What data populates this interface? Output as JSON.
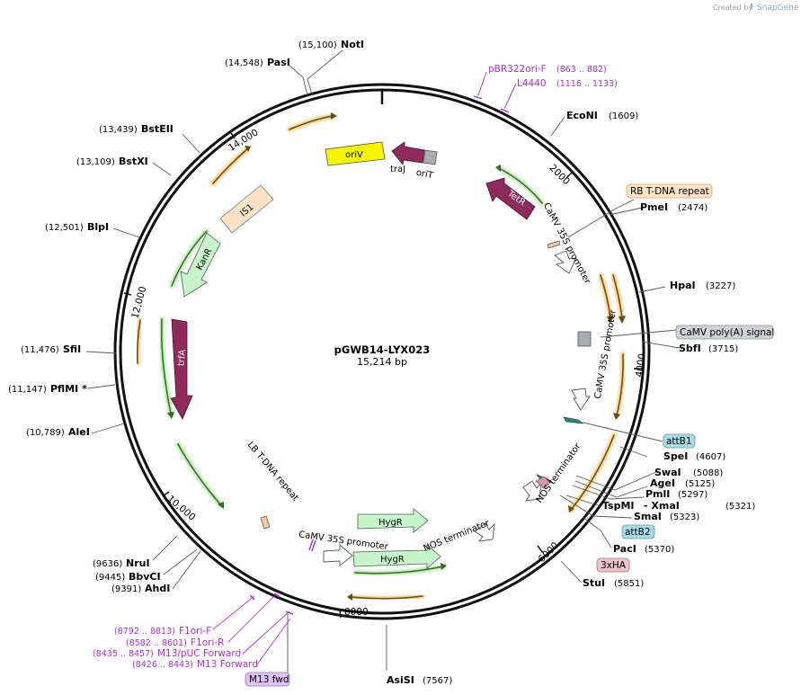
{
  "credit": {
    "created_by": "Created by",
    "brand": "SnapGene"
  },
  "plasmid": {
    "name": "pGWB14-LYX023",
    "size": "15,214 bp"
  },
  "ticks": [
    "2000",
    "4000",
    "6000",
    "8000",
    "10,000",
    "12,000",
    "14,000"
  ],
  "sites": [
    {
      "name": "NotI",
      "pos": "(15,100)"
    },
    {
      "name": "PasI",
      "pos": "(14,548)"
    },
    {
      "name": "BstEII",
      "pos": "(13,439)"
    },
    {
      "name": "BstXI",
      "pos": "(13,109)"
    },
    {
      "name": "BlpI",
      "pos": "(12,501)"
    },
    {
      "name": "SfiI",
      "pos": "(11,476)"
    },
    {
      "name": "PflMI *",
      "pos": "(11,147)"
    },
    {
      "name": "AleI",
      "pos": "(10,789)"
    },
    {
      "name": "NruI",
      "pos": "(9636)"
    },
    {
      "name": "BbvCI",
      "pos": "(9445)"
    },
    {
      "name": "AhdI",
      "pos": "(9391)"
    },
    {
      "name": "AsiSI",
      "pos": "(7567)"
    },
    {
      "name": "StuI",
      "pos": "(5851)"
    },
    {
      "name": "PacI",
      "pos": "(5370)"
    },
    {
      "name": "SmaI",
      "pos": "(5323)"
    },
    {
      "name": "TspMI",
      "pos": ""
    },
    {
      "name": "- XmaI",
      "pos": "(5321)"
    },
    {
      "name": "PmlI",
      "pos": "(5297)"
    },
    {
      "name": "AgeI",
      "pos": "(5125)"
    },
    {
      "name": "SwaI",
      "pos": "(5088)"
    },
    {
      "name": "SpeI",
      "pos": "(4607)"
    },
    {
      "name": "SbfI",
      "pos": "(3715)"
    },
    {
      "name": "HpaI",
      "pos": "(3227)"
    },
    {
      "name": "PmeI",
      "pos": "(2474)"
    },
    {
      "name": "EcoNI",
      "pos": "(1609)"
    }
  ],
  "primers": [
    {
      "name": "pBR322ori-F",
      "range": "(863 .. 882)"
    },
    {
      "name": "L4440",
      "range": "(1116 .. 1133)"
    },
    {
      "name": "F1ori-F",
      "range": "(8792 .. 8813)"
    },
    {
      "name": "F1ori-R",
      "range": "(8582 .. 8601)"
    },
    {
      "name": "M13/pUC Forward",
      "range": "(8435 .. 8457)"
    },
    {
      "name": "M13 Forward",
      "range": "(8426 .. 8443)"
    }
  ],
  "boxed_features": [
    {
      "name": "RB T-DNA repeat",
      "color": "#fde2c6"
    },
    {
      "name": "CaMV poly(A) signal",
      "color": "#cfd2d6"
    },
    {
      "name": "attB1",
      "color": "#a9dbe6"
    },
    {
      "name": "attB2",
      "color": "#a9dbe6"
    },
    {
      "name": "3xHA",
      "color": "#eac3cd"
    },
    {
      "name": "M13 fwd",
      "color": "#dcc2f5"
    }
  ],
  "features": {
    "oriV": "oriV",
    "traJ": "traJ",
    "oriT": "oriT",
    "TetR": "TetR",
    "IS1": "IS1",
    "KanR": "KanR",
    "trfA": "trfA",
    "HygR1": "HygR",
    "HygR2": "HygR",
    "camv1": "CaMV 35S promoter",
    "camv2": "CaMV 35S promoter",
    "camv3": "CaMV 35S promoter",
    "nos1": "NOS terminator",
    "nos2": "NOS terminator",
    "lb": "LB T-DNA repeat"
  },
  "colors": {
    "orf_orange": "#f0b13a",
    "orf_green": "#58a62e",
    "marker_green": "#c6f5c9",
    "maroon": "#8f2a5a",
    "yellow": "#f5f500",
    "primer": "#b12bd6"
  }
}
